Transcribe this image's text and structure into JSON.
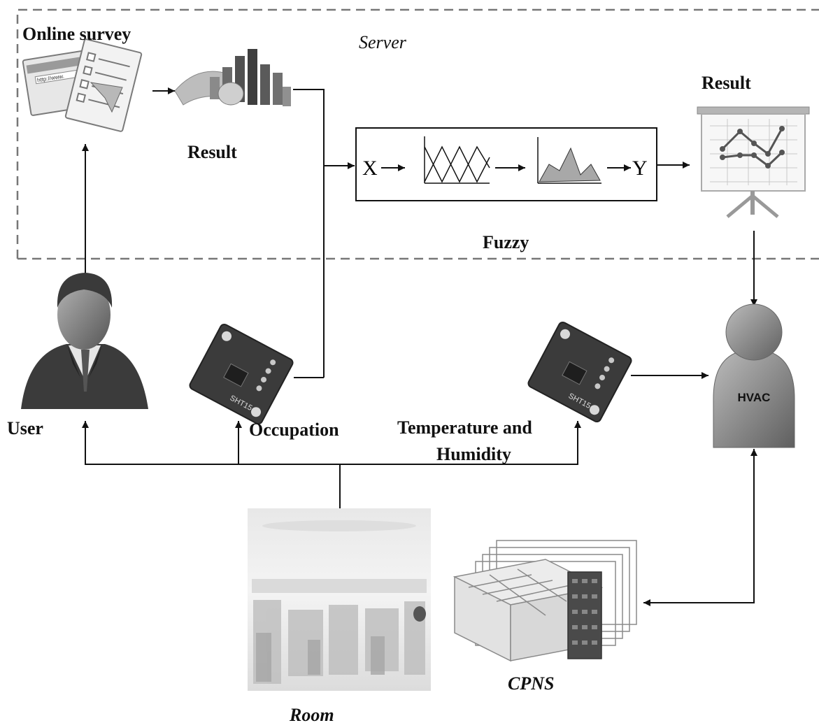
{
  "server": {
    "label": "Server"
  },
  "survey": {
    "label": "Online survey",
    "url_text": "http://www."
  },
  "result_left": {
    "label": "Result"
  },
  "result_right": {
    "label": "Result"
  },
  "fuzzy": {
    "label": "Fuzzy",
    "input": "X",
    "output": "Y"
  },
  "user": {
    "label": "User"
  },
  "occupation": {
    "label": "Occupation"
  },
  "temperature": {
    "line1": "Temperature  and",
    "line2": "Humidity"
  },
  "sensor": {
    "chip_text": "SHT15"
  },
  "hvac": {
    "label": "HVAC"
  },
  "room": {
    "label": "Room"
  },
  "cpns": {
    "label": "CPNS"
  },
  "colors": {
    "line": "#111111",
    "dash": "#777777",
    "icon_gray": "#8a8a8a",
    "icon_dark": "#3a3a3a"
  }
}
